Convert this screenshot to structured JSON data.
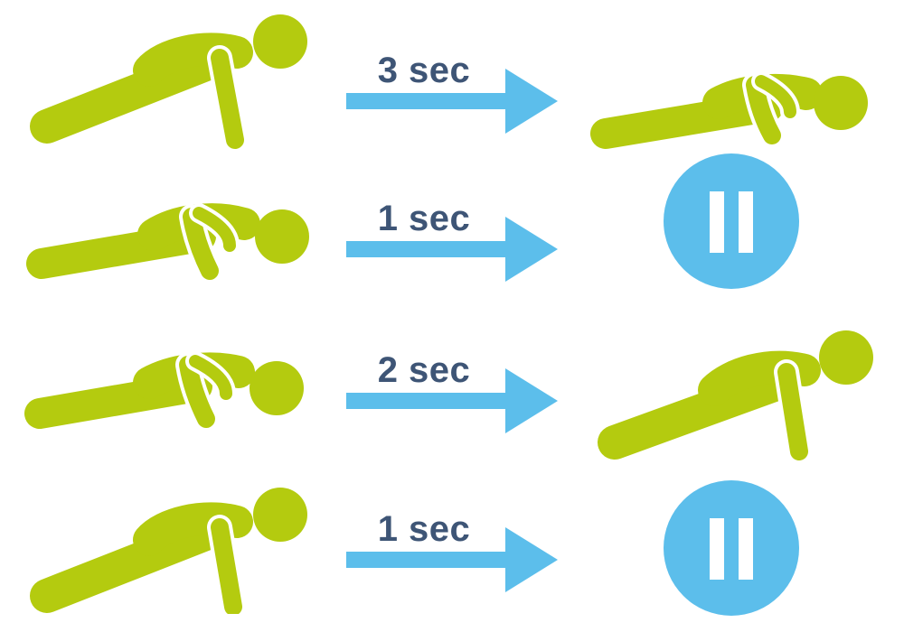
{
  "colors": {
    "figure": "#b4cb0f",
    "accent": "#5cbeeb",
    "label": "#3e5576",
    "background": "#ffffff"
  },
  "steps": [
    {
      "phase": "down",
      "duration": "3 sec",
      "start_pose": "plank-up",
      "end_pose": "plank-down"
    },
    {
      "phase": "hold-bottom",
      "duration": "1 sec",
      "start_pose": "plank-down",
      "end_icon": "pause-icon"
    },
    {
      "phase": "up",
      "duration": "2 sec",
      "start_pose": "plank-down",
      "end_pose": "plank-up"
    },
    {
      "phase": "hold-top",
      "duration": "1 sec",
      "start_pose": "plank-up",
      "end_icon": "pause-icon"
    }
  ]
}
